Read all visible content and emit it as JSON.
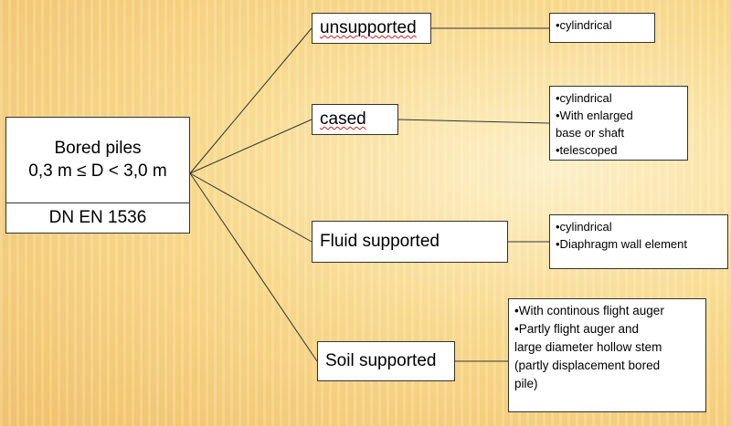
{
  "root": {
    "title": "Bored piles",
    "range": "0,3 m ≤ D < 3,0 m",
    "standard": "DN EN 1536"
  },
  "categories": [
    {
      "label": "unsupported",
      "items": [
        "•cylindrical"
      ]
    },
    {
      "label": "cased",
      "items": [
        "•cylindrical",
        "•With enlarged",
        "base or shaft",
        "•telescoped"
      ]
    },
    {
      "label": "Fluid supported",
      "items": [
        "•cylindrical",
        "•Diaphragm wall element"
      ]
    },
    {
      "label": "Soil supported",
      "items": [
        "•With continous flight auger",
        "•Partly flight auger and",
        "large diameter hollow stem",
        "(partly displacement bored",
        "pile)"
      ]
    }
  ]
}
